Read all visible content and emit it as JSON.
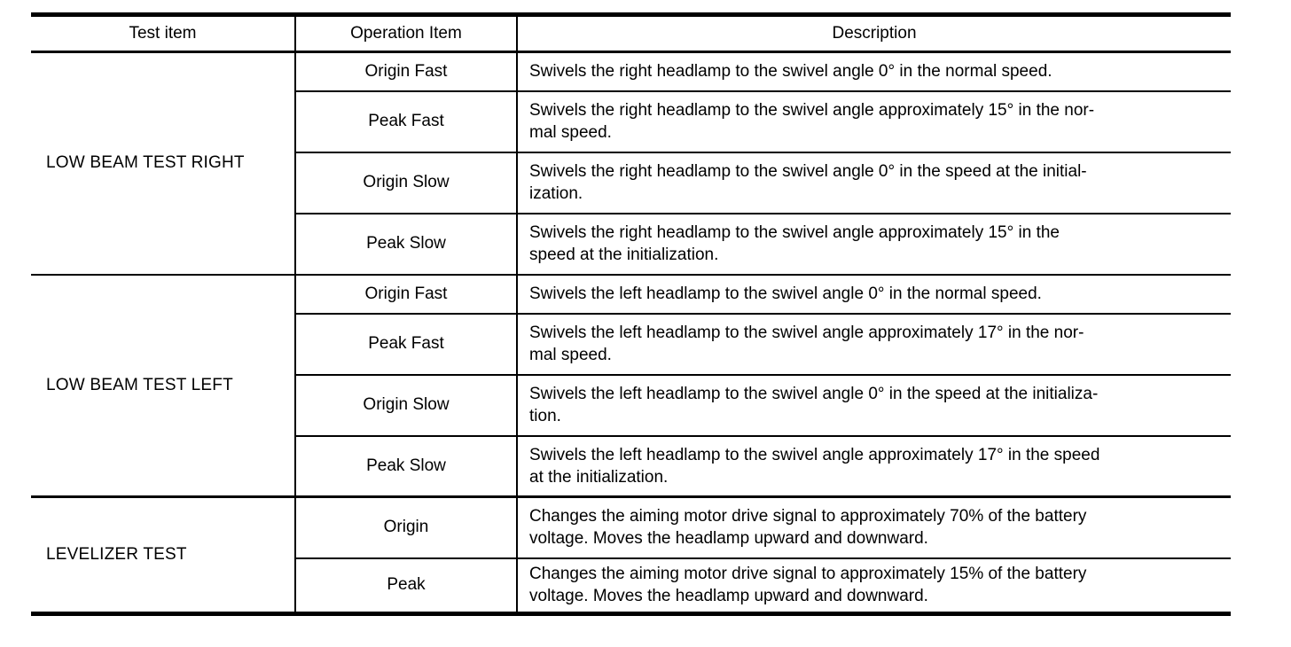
{
  "colors": {
    "text": "#000000",
    "background": "#ffffff",
    "border": "#000000"
  },
  "table": {
    "headers": [
      "Test item",
      "Operation Item",
      "Description"
    ],
    "groups": [
      {
        "test_item": "LOW BEAM TEST RIGHT",
        "rows": [
          {
            "operation": "Origin Fast",
            "description": "Swivels the right headlamp to the swivel angle 0° in the normal speed."
          },
          {
            "operation": "Peak Fast",
            "description": "Swivels the right headlamp to the swivel angle approximately 15° in the nor-\nmal speed."
          },
          {
            "operation": "Origin Slow",
            "description": "Swivels the right headlamp to the swivel angle 0° in the speed at the initial-\nization."
          },
          {
            "operation": "Peak Slow",
            "description": "Swivels the right headlamp to the swivel angle approximately 15° in the\nspeed at the initialization."
          }
        ]
      },
      {
        "test_item": "LOW BEAM TEST LEFT",
        "rows": [
          {
            "operation": "Origin Fast",
            "description": "Swivels the left headlamp to the swivel angle 0° in the normal speed."
          },
          {
            "operation": "Peak Fast",
            "description": "Swivels the left headlamp to the swivel angle approximately 17° in the nor-\nmal speed."
          },
          {
            "operation": "Origin Slow",
            "description": "Swivels the left headlamp to the swivel angle 0° in the speed at the initializa-\ntion."
          },
          {
            "operation": "Peak Slow",
            "description": "Swivels the left headlamp to the swivel angle approximately 17° in the speed\nat the initialization."
          }
        ]
      },
      {
        "test_item": "LEVELIZER TEST",
        "rows": [
          {
            "operation": "Origin",
            "description": "Changes the aiming motor drive signal to approximately 70% of the battery\nvoltage. Moves the headlamp upward and downward."
          },
          {
            "operation": "Peak",
            "description": "Changes the aiming motor drive signal to approximately 15% of the battery\nvoltage. Moves the headlamp upward and downward."
          }
        ]
      }
    ]
  }
}
